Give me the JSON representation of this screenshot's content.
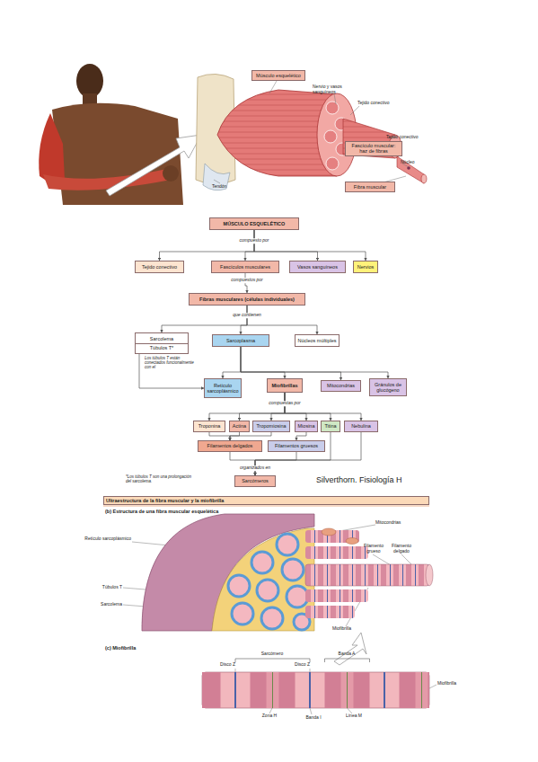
{
  "diagram": {
    "nodes": [
      {
        "text": [
          "Músculo esquelético"
        ]
      },
      {
        "text": [
          "Fascículo muscular: haz de fibras"
        ]
      },
      {
        "text": [
          "Fibra muscular"
        ]
      },
      {
        "text": [
          "MÚSCULO ESQUELÉTICO"
        ]
      },
      {
        "text": [
          "Tejido conectivo"
        ]
      },
      {
        "text": [
          "Fascículos musculares"
        ]
      },
      {
        "text": [
          "Vasos sanguíneos"
        ]
      },
      {
        "text": [
          "Nervios"
        ]
      },
      {
        "text": [
          "Fibras musculares (células individuales)"
        ]
      },
      {
        "text": [
          "Sarcolema",
          "Túbulos T*"
        ]
      },
      {
        "text": [
          "Sarcoplasma"
        ]
      },
      {
        "text": [
          "Núcleos múltiples"
        ]
      },
      {
        "text": [
          "Retículo sarcoplásmico"
        ]
      },
      {
        "text": [
          "Miofibrillas"
        ]
      },
      {
        "text": [
          "Mitocondrias"
        ]
      },
      {
        "text": [
          "Gránulos de glucógeno"
        ]
      },
      {
        "text": [
          "Troponina"
        ]
      },
      {
        "text": [
          "Actina"
        ]
      },
      {
        "text": [
          "Tropomiosina"
        ]
      },
      {
        "text": [
          "Miosina"
        ]
      },
      {
        "text": [
          "Titina"
        ]
      },
      {
        "text": [
          "Nebulina"
        ]
      },
      {
        "text": [
          "Filamentos delgados"
        ]
      },
      {
        "text": [
          "Filamentos gruesos"
        ]
      },
      {
        "text": [
          "Sarcómeros"
        ]
      },
      {
        "text": [
          "Ultraestructura de la fibra muscular y la miofibrilla"
        ]
      }
    ],
    "edges": [
      {
        "from": 3,
        "to": 4,
        "arrow": "to"
      },
      {
        "from": 3,
        "to": 5,
        "label": "compuesto por",
        "arrow": "to"
      },
      {
        "from": 3,
        "to": 6,
        "arrow": "to"
      },
      {
        "from": 3,
        "to": 7,
        "arrow": "to"
      },
      {
        "from": 5,
        "to": 8,
        "label": "compuestos por",
        "arrow": "to"
      },
      {
        "from": 8,
        "to": 9,
        "arrow": "to"
      },
      {
        "from": 8,
        "to": 10,
        "label": "que contienen",
        "arrow": "to"
      },
      {
        "from": 8,
        "to": 11,
        "arrow": "to"
      },
      {
        "from": 9,
        "to": 12,
        "label": "Los túbulos T están conectados funcionalmente con el",
        "arrow": "to"
      },
      {
        "from": 10,
        "to": 12,
        "arrow": "to"
      },
      {
        "from": 10,
        "to": 13,
        "arrow": "to"
      },
      {
        "from": 10,
        "to": 14,
        "arrow": "to"
      },
      {
        "from": 10,
        "to": 15,
        "arrow": "to"
      },
      {
        "from": 13,
        "to": 16,
        "arrow": "to"
      },
      {
        "from": 13,
        "to": 17,
        "arrow": "to"
      },
      {
        "from": 13,
        "to": 18,
        "label": "compuestas por",
        "arrow": "to"
      },
      {
        "from": 13,
        "to": 19,
        "arrow": "to"
      },
      {
        "from": 13,
        "to": 20,
        "arrow": "to"
      },
      {
        "from": 13,
        "to": 21,
        "arrow": "to"
      },
      {
        "from": 16,
        "to": 22,
        "arrow": "to"
      },
      {
        "from": 17,
        "to": 22,
        "arrow": "to"
      },
      {
        "from": 18,
        "to": 22,
        "arrow": "to"
      },
      {
        "from": 19,
        "to": 23,
        "arrow": "to"
      },
      {
        "from": 20,
        "to": 24,
        "arrow": "to"
      },
      {
        "from": 21,
        "to": 24,
        "arrow": "to"
      },
      {
        "from": 22,
        "to": 24,
        "label": "organizados en",
        "arrow": "to"
      },
      {
        "from": 23,
        "to": 24,
        "arrow": "to"
      }
    ],
    "labels": [
      "Nervio y vasos sanguíneos",
      "Tejido conectivo",
      "Tejido conectivo",
      "Núcleo",
      "Tendón",
      "*Los túbulos T son una prolongación del sarcolema.",
      "Silverthorn. Fisiología H",
      "(b) Estructura de una fibra muscular esquelética",
      "Retículo sarcoplásmico",
      "Mitocondrias",
      "Filamento grueso",
      "Filamento delgado",
      "Túbulos T",
      "Sarcolema",
      "Miofibrilla",
      "(c) Miofibrilla",
      "Sarcómero",
      "Disco Z",
      "Disco Z",
      "Banda A",
      "Miofibrilla",
      "Zona H",
      "Banda I",
      "Línea M"
    ]
  }
}
